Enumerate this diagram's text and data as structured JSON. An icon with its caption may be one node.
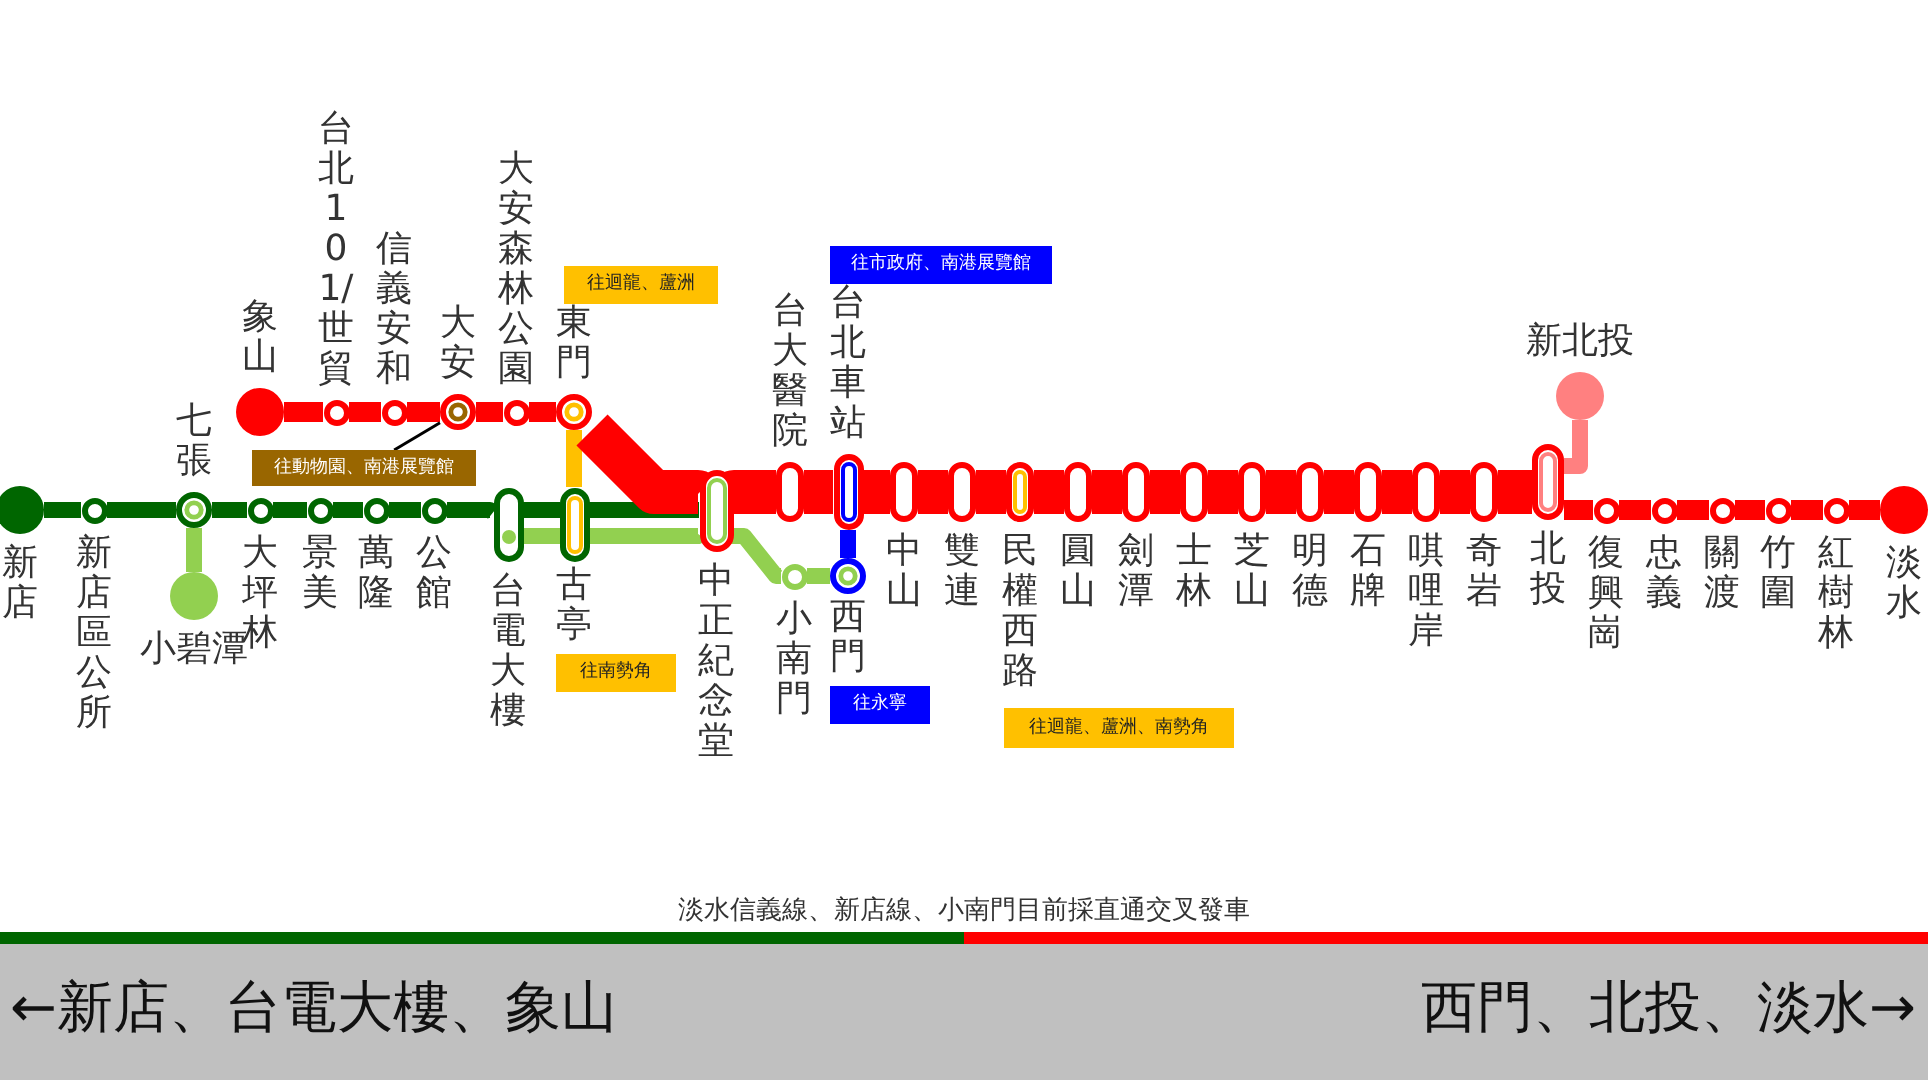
{
  "diagram": {
    "nodes": [
      {
        "text": [
          "新店"
        ]
      },
      {
        "text": [
          "新店區公所"
        ]
      },
      {
        "text": [
          "七張"
        ]
      },
      {
        "text": [
          "小碧潭"
        ]
      },
      {
        "text": [
          "大坪林"
        ]
      },
      {
        "text": [
          "景美"
        ]
      },
      {
        "text": [
          "萬隆"
        ]
      },
      {
        "text": [
          "公館"
        ]
      },
      {
        "text": [
          "台電大樓"
        ]
      },
      {
        "text": [
          "古亭"
        ]
      },
      {
        "text": [
          "象山"
        ]
      },
      {
        "text": [
          "台北101/世貿"
        ]
      },
      {
        "text": [
          "信義安和"
        ]
      },
      {
        "text": [
          "大安"
        ]
      },
      {
        "text": [
          "大安森林公園"
        ]
      },
      {
        "text": [
          "東門"
        ]
      },
      {
        "text": [
          "中正紀念堂"
        ]
      },
      {
        "text": [
          "小南門"
        ]
      },
      {
        "text": [
          "台大醫院"
        ]
      },
      {
        "text": [
          "台北車站"
        ]
      },
      {
        "text": [
          "西門"
        ]
      },
      {
        "text": [
          "中山"
        ]
      },
      {
        "text": [
          "雙連"
        ]
      },
      {
        "text": [
          "民權西路"
        ]
      },
      {
        "text": [
          "圓山"
        ]
      },
      {
        "text": [
          "劍潭"
        ]
      },
      {
        "text": [
          "士林"
        ]
      },
      {
        "text": [
          "芝山"
        ]
      },
      {
        "text": [
          "明德"
        ]
      },
      {
        "text": [
          "石牌"
        ]
      },
      {
        "text": [
          "唭哩岸"
        ]
      },
      {
        "text": [
          "奇岩"
        ]
      },
      {
        "text": [
          "北投"
        ]
      },
      {
        "text": [
          "新北投"
        ]
      },
      {
        "text": [
          "復興崗"
        ]
      },
      {
        "text": [
          "忠義"
        ]
      },
      {
        "text": [
          "關渡"
        ]
      },
      {
        "text": [
          "竹圍"
        ]
      },
      {
        "text": [
          "紅樹林"
        ]
      },
      {
        "text": [
          "淡水"
        ]
      },
      {
        "text": [
          "往動物園、南港展覽館"
        ]
      }
    ],
    "edges": [
      {
        "from": 2,
        "to": 3,
        "arrow": "none",
        "color": "#92d050"
      },
      {
        "from": 8,
        "to": 16,
        "arrow": "none",
        "color": "#92d050"
      },
      {
        "from": 16,
        "to": 17,
        "arrow": "none",
        "color": "#92d050"
      },
      {
        "from": 17,
        "to": 20,
        "arrow": "none",
        "color": "#92d050"
      },
      {
        "from": 0,
        "to": 1,
        "arrow": "none",
        "color": "#006600"
      },
      {
        "from": 1,
        "to": 2,
        "arrow": "none",
        "color": "#006600"
      },
      {
        "from": 2,
        "to": 4,
        "arrow": "none",
        "color": "#006600"
      },
      {
        "from": 4,
        "to": 5,
        "arrow": "none",
        "color": "#006600"
      },
      {
        "from": 5,
        "to": 6,
        "arrow": "none",
        "color": "#006600"
      },
      {
        "from": 6,
        "to": 7,
        "arrow": "none",
        "color": "#006600"
      },
      {
        "from": 7,
        "to": 8,
        "arrow": "none",
        "color": "#006600"
      },
      {
        "from": 8,
        "to": 9,
        "arrow": "none",
        "color": "#006600"
      },
      {
        "from": 9,
        "to": 16,
        "arrow": "none",
        "color": "#006600"
      },
      {
        "from": 15,
        "to": 9,
        "arrow": "none",
        "color": "#ffc000"
      },
      {
        "from": 19,
        "to": 20,
        "arrow": "none",
        "color": "#0000ff"
      },
      {
        "from": 32,
        "to": 33,
        "arrow": "none",
        "color": "#ff8080"
      },
      {
        "from": 10,
        "to": 11,
        "arrow": "none"
      },
      {
        "from": 11,
        "to": 12,
        "arrow": "none"
      },
      {
        "from": 12,
        "to": 13,
        "arrow": "none"
      },
      {
        "from": 13,
        "to": 14,
        "arrow": "none"
      },
      {
        "from": 14,
        "to": 15,
        "arrow": "none"
      },
      {
        "from": 15,
        "to": 16,
        "arrow": "none",
        "style": "thick"
      },
      {
        "from": 16,
        "to": 18,
        "arrow": "none",
        "style": "thick"
      },
      {
        "from": 18,
        "to": 19,
        "arrow": "none",
        "style": "thick"
      },
      {
        "from": 19,
        "to": 21,
        "arrow": "none",
        "style": "thick"
      },
      {
        "from": 21,
        "to": 22,
        "arrow": "none",
        "style": "thick"
      },
      {
        "from": 22,
        "to": 23,
        "arrow": "none",
        "style": "thick"
      },
      {
        "from": 23,
        "to": 24,
        "arrow": "none",
        "style": "thick"
      },
      {
        "from": 24,
        "to": 25,
        "arrow": "none",
        "style": "thick"
      },
      {
        "from": 25,
        "to": 26,
        "arrow": "none",
        "style": "thick"
      },
      {
        "from": 26,
        "to": 27,
        "arrow": "none",
        "style": "thick"
      },
      {
        "from": 27,
        "to": 28,
        "arrow": "none",
        "style": "thick"
      },
      {
        "from": 28,
        "to": 29,
        "arrow": "none",
        "style": "thick"
      },
      {
        "from": 29,
        "to": 30,
        "arrow": "none",
        "style": "thick"
      },
      {
        "from": 30,
        "to": 31,
        "arrow": "none",
        "style": "thick"
      },
      {
        "from": 31,
        "to": 32,
        "arrow": "none",
        "style": "thick"
      },
      {
        "from": 32,
        "to": 34,
        "arrow": "none"
      },
      {
        "from": 34,
        "to": 35,
        "arrow": "none"
      },
      {
        "from": 35,
        "to": 36,
        "arrow": "none"
      },
      {
        "from": 36,
        "to": 37,
        "arrow": "none"
      },
      {
        "from": 37,
        "to": 38,
        "arrow": "none"
      },
      {
        "from": 38,
        "to": 39,
        "arrow": "none"
      },
      {
        "from": 13,
        "to": 40,
        "arrow": "none",
        "color": "#000000"
      }
    ],
    "labels": [
      "往迴龍、蘆洲",
      "往市政府、南港展覽館",
      "往南勢角",
      "往永寧",
      "往迴龍、蘆洲、南勢角",
      "淡水信義線、新店線、小南門目前採直通交叉發車",
      "←新店、台電大樓、象山",
      "西門、北投、淡水→"
    ]
  }
}
